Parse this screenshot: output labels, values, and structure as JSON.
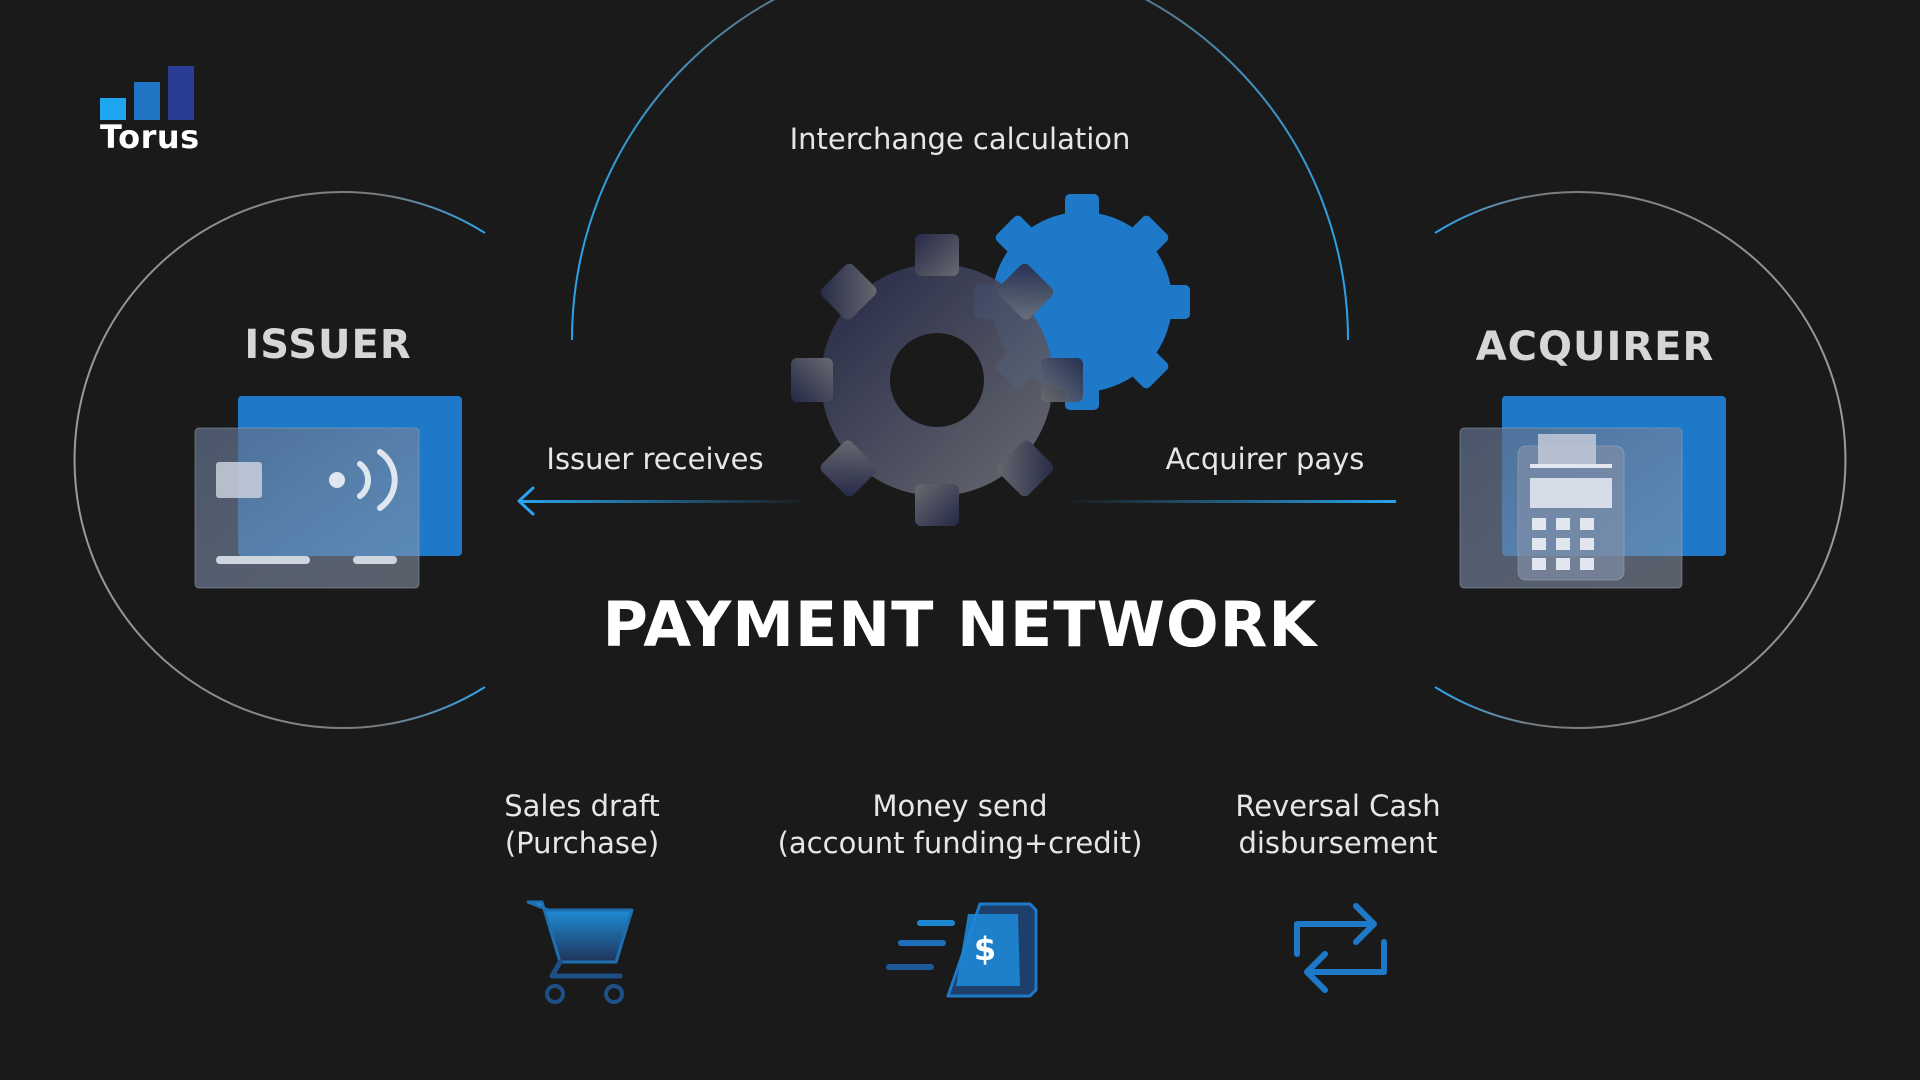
{
  "brand": {
    "name": "Torus",
    "colors": {
      "light": "#1ea7f0",
      "mid": "#1f74c4",
      "dark": "#2a3c93"
    }
  },
  "diagram": {
    "title": "PAYMENT NETWORK",
    "issuer": {
      "label": "ISSUER",
      "icon": "contactless-card-icon"
    },
    "acquirer": {
      "label": "ACQUIRER",
      "icon": "pos-terminal-icon"
    },
    "center": {
      "label": "Interchange calculation",
      "icon": "gears-icon"
    },
    "flows": {
      "issuer_receives": "Issuer receives",
      "acquirer_pays": "Acquirer pays"
    },
    "transactions": [
      {
        "line1": "Sales draft",
        "line2": "(Purchase)",
        "icon": "shopping-cart-icon"
      },
      {
        "line1": "Money send",
        "line2": "(account funding+credit)",
        "icon": "money-send-icon"
      },
      {
        "line1": "Reversal Cash",
        "line2": "disbursement",
        "icon": "reversal-arrows-icon"
      }
    ]
  },
  "colors": {
    "background": "#1a1a1b",
    "accent": "#1e7fd0",
    "accent_light": "#2aa3ea",
    "ring": "#8c8c8c"
  }
}
